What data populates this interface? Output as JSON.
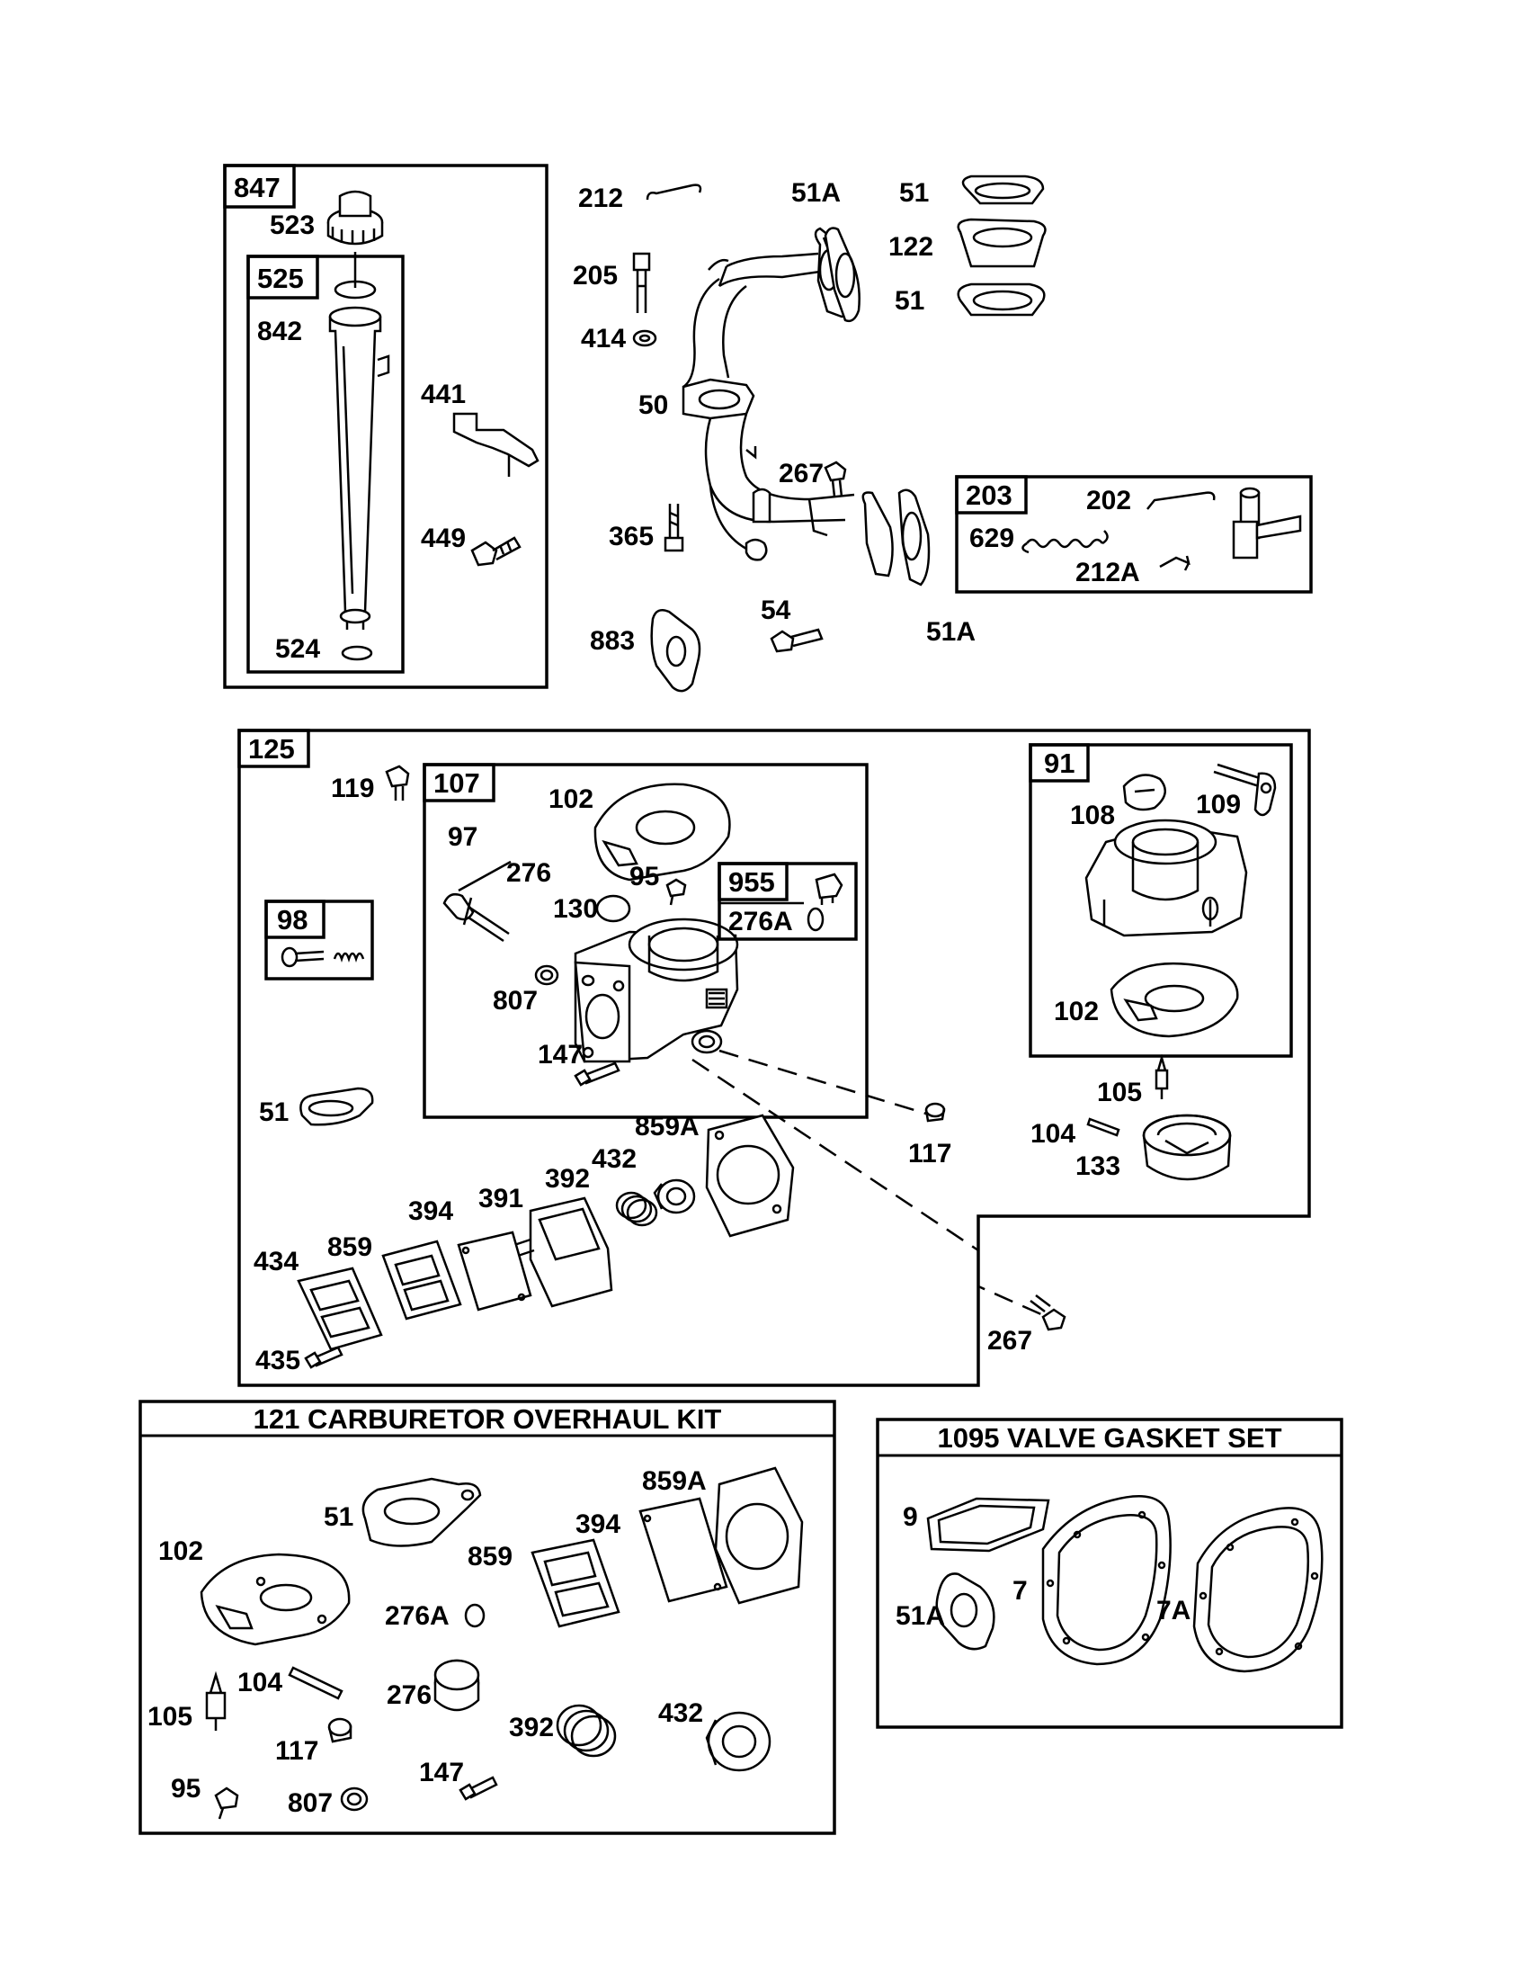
{
  "groups": {
    "g847": "847",
    "g525": "525",
    "g203": "203",
    "g125": "125",
    "g107": "107",
    "g955": "955",
    "g98": "98",
    "g91": "91"
  },
  "kits": {
    "carb_title": "121 CARBURETOR OVERHAUL KIT",
    "gasket_title": "1095 VALVE GASKET SET"
  },
  "labels": {
    "p523": "523",
    "p842": "842",
    "p441": "441",
    "p449": "449",
    "p524": "524",
    "p212": "212",
    "p205": "205",
    "p414": "414",
    "p50": "50",
    "p51A_top": "51A",
    "p51_a": "51",
    "p122": "122",
    "p51_b": "51",
    "p267_top": "267",
    "p365": "365",
    "p54": "54",
    "p883": "883",
    "p51A_bot": "51A",
    "p202": "202",
    "p629": "629",
    "p212A": "212A",
    "p119": "119",
    "p102_107": "102",
    "p97": "97",
    "p276": "276",
    "p95": "95",
    "p130": "130",
    "p276A": "276A",
    "p807": "807",
    "p147": "147",
    "p108": "108",
    "p109": "109",
    "p102_91": "102",
    "p105": "105",
    "p104": "104",
    "p133": "133",
    "p117": "117",
    "p51_125": "51",
    "p859A": "859A",
    "p432": "432",
    "p392": "392",
    "p391": "391",
    "p394": "394",
    "p859": "859",
    "p434": "434",
    "p435": "435",
    "p267_bot": "267",
    "k51": "51",
    "k102": "102",
    "k859A": "859A",
    "k394": "394",
    "k859": "859",
    "k276A": "276A",
    "k104": "104",
    "k276": "276",
    "k105": "105",
    "k117": "117",
    "k392": "392",
    "k432": "432",
    "k95": "95",
    "k807": "807",
    "k147": "147",
    "v9": "9",
    "v7": "7",
    "v51A": "51A",
    "v7A": "7A"
  }
}
